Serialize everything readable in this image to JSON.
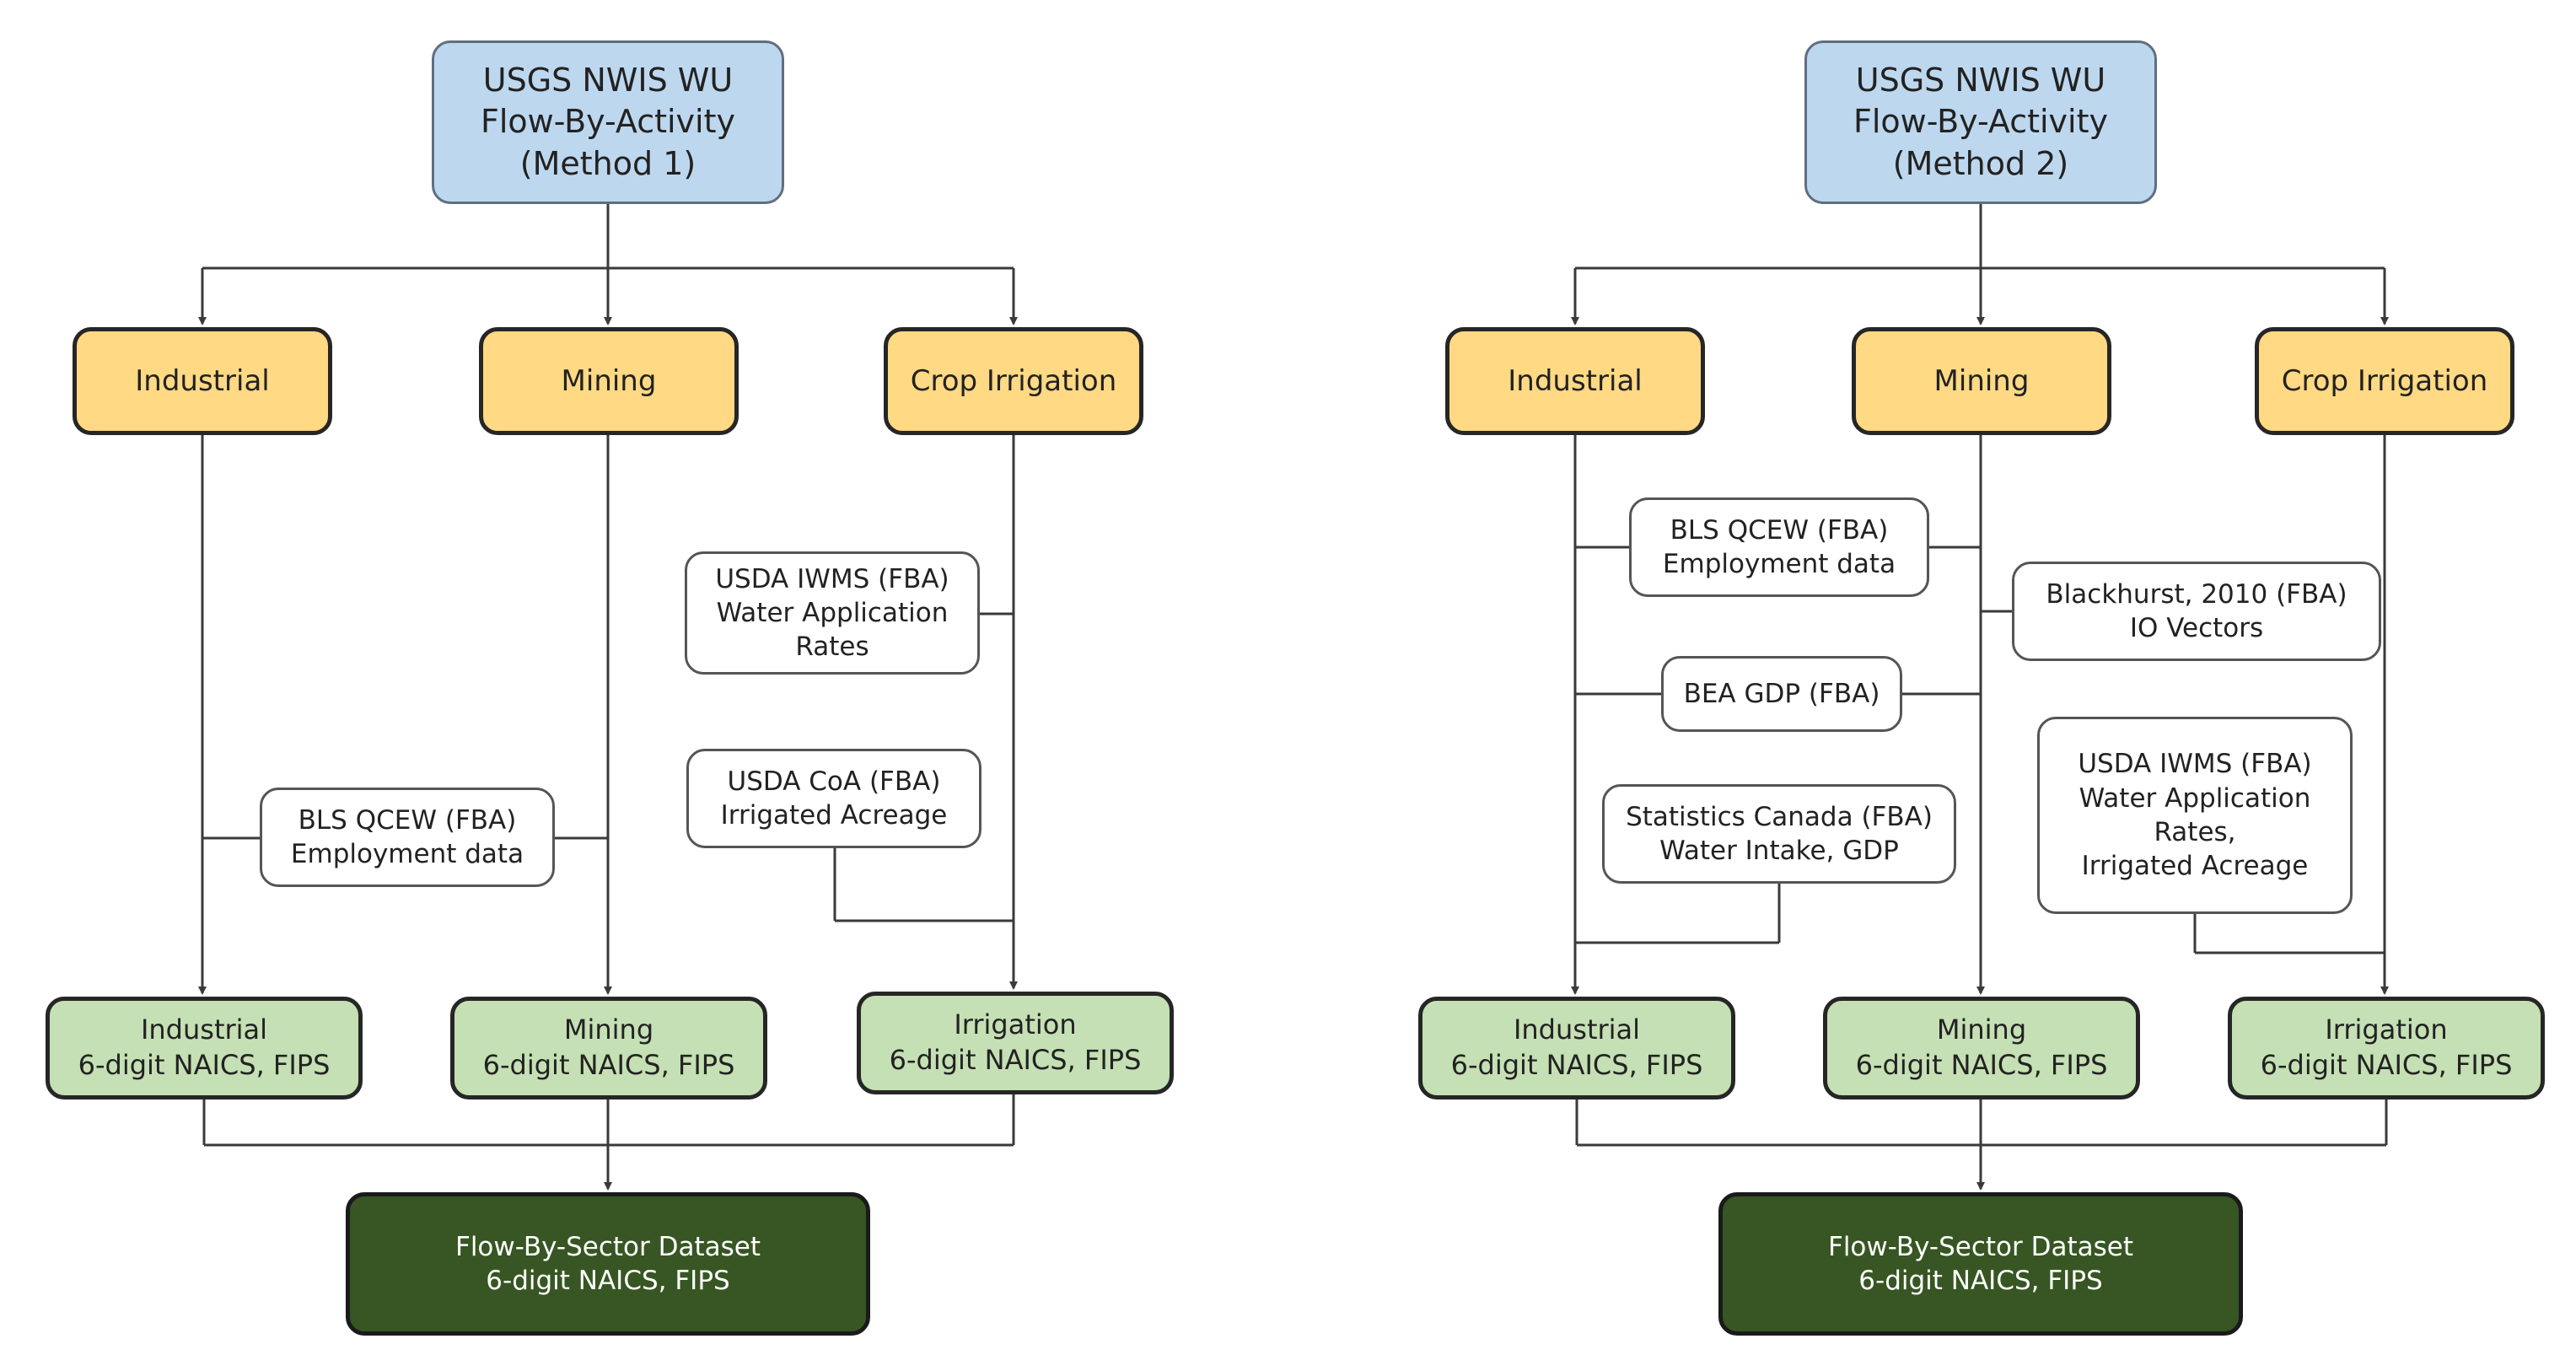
{
  "method1": {
    "source": "USGS NWIS WU\nFlow-By-Activity\n(Method 1)",
    "activities": {
      "industrial": "Industrial",
      "mining": "Mining",
      "crop_irrigation": "Crop Irrigation"
    },
    "refs": {
      "iwms": "USDA IWMS (FBA)\nWater Application\nRates",
      "coa": "USDA CoA (FBA)\nIrrigated Acreage",
      "qcew": "BLS QCEW (FBA)\nEmployment data"
    },
    "sectors": {
      "industrial": "Industrial\n6-digit NAICS, FIPS",
      "mining": "Mining\n6-digit NAICS, FIPS",
      "irrigation": "Irrigation\n6-digit NAICS, FIPS"
    },
    "result": "Flow-By-Sector Dataset\n6-digit NAICS, FIPS"
  },
  "method2": {
    "source": "USGS NWIS WU\nFlow-By-Activity\n(Method 2)",
    "activities": {
      "industrial": "Industrial",
      "mining": "Mining",
      "crop_irrigation": "Crop Irrigation"
    },
    "refs": {
      "qcew": "BLS QCEW (FBA)\nEmployment data",
      "blackhurst": "Blackhurst, 2010 (FBA)\nIO Vectors",
      "bea": "BEA GDP (FBA)",
      "statcan": "Statistics Canada (FBA)\nWater Intake, GDP",
      "iwms": "USDA IWMS (FBA)\nWater Application\nRates,\nIrrigated Acreage"
    },
    "sectors": {
      "industrial": "Industrial\n6-digit NAICS, FIPS",
      "mining": "Mining\n6-digit NAICS, FIPS",
      "irrigation": "Irrigation\n6-digit NAICS, FIPS"
    },
    "result": "Flow-By-Sector Dataset\n6-digit NAICS, FIPS"
  },
  "colors": {
    "source_fill": "#bdd7ee",
    "activity_fill": "#ffd983",
    "sector_fill": "#c5e0b4",
    "result_fill": "#375623",
    "line": "#3a3a3a"
  }
}
